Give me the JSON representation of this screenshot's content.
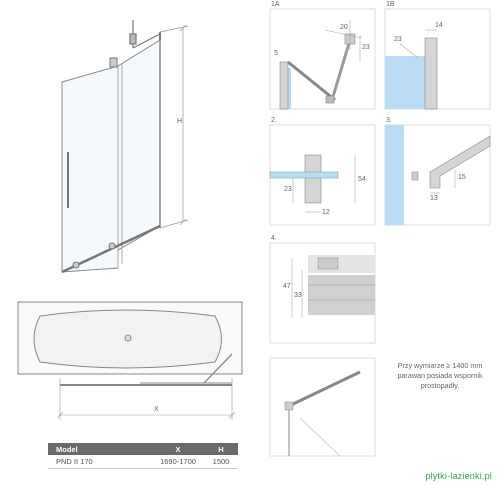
{
  "main_view": {
    "dim_height": "H"
  },
  "top_view": {
    "dim_width": "X"
  },
  "details": {
    "d1a": {
      "label": "1A",
      "dims": [
        "20",
        "23",
        "5"
      ]
    },
    "d1b": {
      "label": "1B",
      "dims": [
        "14",
        "23"
      ]
    },
    "d2": {
      "label": "2.",
      "dims": [
        "23",
        "54",
        "12"
      ]
    },
    "d3": {
      "label": "3.",
      "dims": [
        "15",
        "13"
      ]
    },
    "d4": {
      "label": "4.",
      "dims": [
        "47",
        "33"
      ]
    }
  },
  "note": "Przy wymiarze ≥ 1400 mm parawan posiada wspornik prostopadły.",
  "spec_table": {
    "headers": [
      "Model",
      "X",
      "H"
    ],
    "rows": [
      [
        "PND II 170",
        "1690-1700",
        "1500"
      ]
    ]
  },
  "watermark": "plytki-lazienki.pl",
  "colors": {
    "glass": "#b9dcf2",
    "profile": "#8c8c8c",
    "table_header": "#6a6a6a",
    "watermark": "#2aa84a"
  }
}
